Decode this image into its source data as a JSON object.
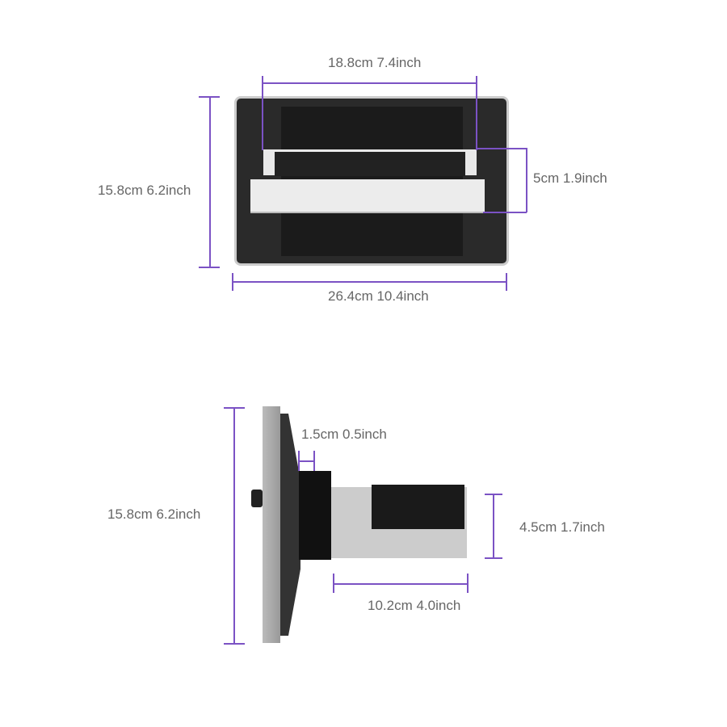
{
  "front_view": {
    "top_width": "18.8cm 7.4inch",
    "height": "15.8cm 6.2inch",
    "chassis_height": "5cm 1.9inch",
    "total_width": "26.4cm 10.4inch"
  },
  "side_view": {
    "height": "15.8cm 6.2inch",
    "gap": "1.5cm 0.5inch",
    "chassis_height": "4.5cm 1.7inch",
    "depth": "10.2cm 4.0inch"
  },
  "colors": {
    "dimension_line": "#7b52c4",
    "text": "#666666"
  }
}
